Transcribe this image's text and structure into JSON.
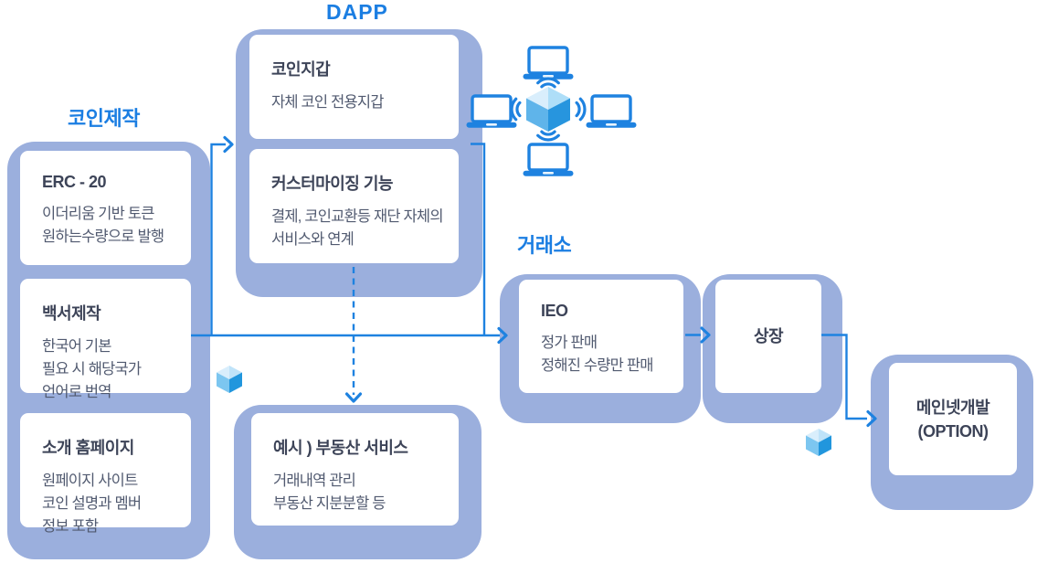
{
  "labels": {
    "coin_creation": "코인제작",
    "dapp": "DAPP",
    "exchange": "거래소"
  },
  "cards": {
    "erc20": {
      "title": "ERC - 20",
      "lines": [
        "이더리움 기반 토큰",
        "원하는수량으로 발행"
      ]
    },
    "whitepaper": {
      "title": "백서제작",
      "lines": [
        "한국어 기본",
        "필요 시 해당국가",
        "언어로 번역"
      ]
    },
    "homepage": {
      "title": "소개 홈페이지",
      "lines": [
        "원페이지 사이트",
        "코인 설명과 멤버",
        "정보 포함"
      ]
    },
    "wallet": {
      "title": "코인지갑",
      "lines": [
        "자체 코인 전용지갑"
      ]
    },
    "customizing": {
      "title": "커스터마이징 기능",
      "lines": [
        "결제, 코인교환등 재단 자체의",
        "서비스와 연계"
      ]
    },
    "example": {
      "title": "예시 ) 부동산 서비스",
      "lines": [
        "거래내역 관리",
        "부동산 지분분할 등"
      ]
    },
    "ieo": {
      "title": "IEO",
      "lines": [
        "정가 판매",
        "정해진 수량만 판매"
      ]
    },
    "listing": {
      "title": "상장"
    },
    "mainnet": {
      "title": "메인넷개발",
      "subtitle": "(OPTION)"
    }
  },
  "icons": {
    "network_nodes": "laptop-icon",
    "network_hub": "cube-icon",
    "network_signal": "wifi-signal-icon",
    "decorative_blocks": "cube-icon"
  },
  "colors": {
    "accent_blue": "#1e82e0",
    "label_blue": "#1b7ee2",
    "group_fill": "#9bafdd",
    "card_fill": "#ffffff",
    "title_text": "#3d4458",
    "body_text": "#515a70",
    "cube_top_light": "#d9eefc",
    "cube_top_shade": "#aedef8",
    "cube_left": "#5fb4ea",
    "cube_right": "#2795de",
    "small_cube_left": "#7cc6f0",
    "small_cube_right": "#2196dd"
  }
}
